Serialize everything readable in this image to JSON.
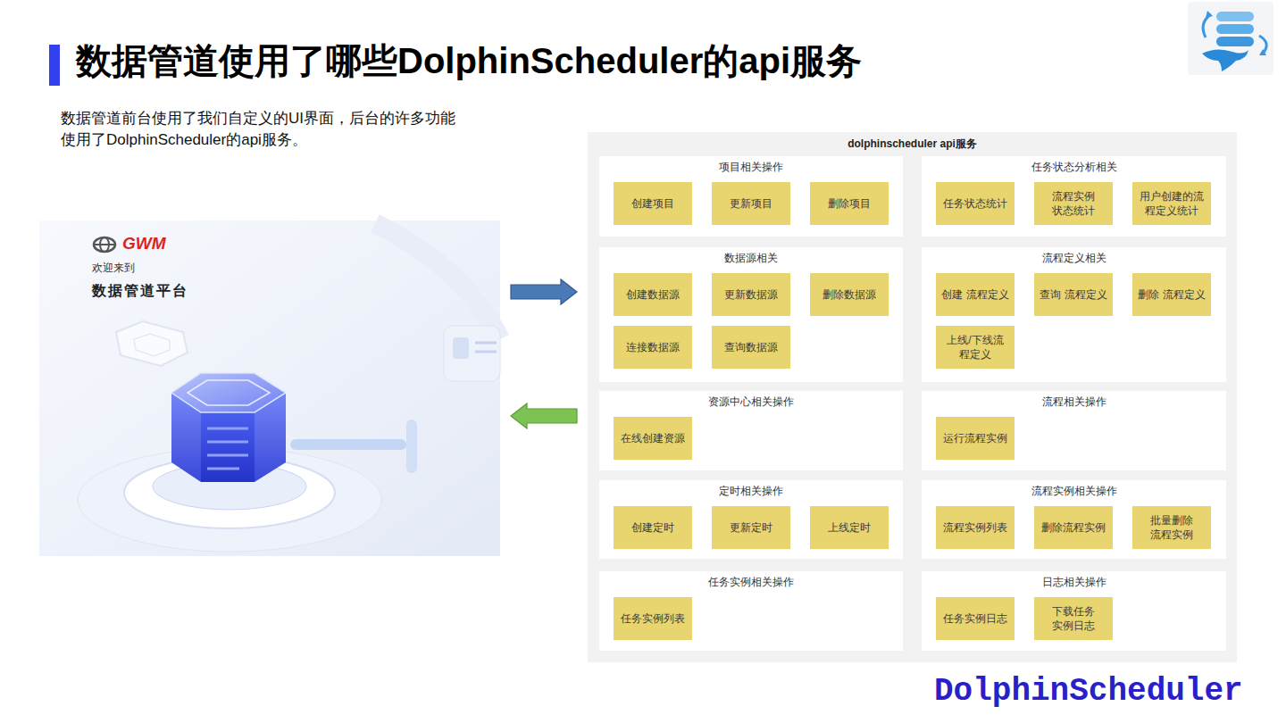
{
  "diagram": {
    "title": "数据管道使用了哪些DolphinScheduler的api服务",
    "nodes": [
      {
        "text": [
          "GWM",
          "欢迎来到",
          "数据管道平台"
        ]
      },
      {
        "text": [
          "dolphinscheduler api服务"
        ]
      },
      {
        "text": [
          "项目相关操作"
        ],
        "in": 1
      },
      {
        "text": [
          "创建项目"
        ],
        "in": 2
      },
      {
        "text": [
          "更新项目"
        ],
        "in": 2
      },
      {
        "text": [
          "删除项目"
        ],
        "in": 2
      },
      {
        "text": [
          "任务状态分析相关"
        ],
        "in": 1
      },
      {
        "text": [
          "任务状态统计"
        ],
        "in": 6
      },
      {
        "text": [
          "流程实例 状态统计"
        ],
        "in": 6
      },
      {
        "text": [
          "用户创建的流 程定义统计"
        ],
        "in": 6
      },
      {
        "text": [
          "数据源相关"
        ],
        "in": 1
      },
      {
        "text": [
          "创建数据源"
        ],
        "in": 10
      },
      {
        "text": [
          "更新数据源"
        ],
        "in": 10
      },
      {
        "text": [
          "删除数据源"
        ],
        "in": 10
      },
      {
        "text": [
          "连接数据源"
        ],
        "in": 10
      },
      {
        "text": [
          "查询数据源"
        ],
        "in": 10
      },
      {
        "text": [
          "流程定义相关"
        ],
        "in": 1
      },
      {
        "text": [
          "创建 流程定义"
        ],
        "in": 16
      },
      {
        "text": [
          "查询 流程定义"
        ],
        "in": 16
      },
      {
        "text": [
          "删除 流程定义"
        ],
        "in": 16
      },
      {
        "text": [
          "上线/下线流 程定义"
        ],
        "in": 16
      },
      {
        "text": [
          "资源中心相关操作"
        ],
        "in": 1
      },
      {
        "text": [
          "在线创建资源"
        ],
        "in": 21
      },
      {
        "text": [
          "流程相关操作"
        ],
        "in": 1
      },
      {
        "text": [
          "运行流程实例"
        ],
        "in": 23
      },
      {
        "text": [
          "定时相关操作"
        ],
        "in": 1
      },
      {
        "text": [
          "创建定时"
        ],
        "in": 25
      },
      {
        "text": [
          "更新定时"
        ],
        "in": 25
      },
      {
        "text": [
          "上线定时"
        ],
        "in": 25
      },
      {
        "text": [
          "流程实例相关操作"
        ],
        "in": 1
      },
      {
        "text": [
          "流程实例列表"
        ],
        "in": 29
      },
      {
        "text": [
          "删除流程实例"
        ],
        "in": 29
      },
      {
        "text": [
          "批量删除 流程实例"
        ],
        "in": 29
      },
      {
        "text": [
          "任务实例相关操作"
        ],
        "in": 1
      },
      {
        "text": [
          "任务实例列表"
        ],
        "in": 33
      },
      {
        "text": [
          "日志相关操作"
        ],
        "in": 1
      },
      {
        "text": [
          "任务实例日志"
        ],
        "in": 35
      },
      {
        "text": [
          "下载任务 实例日志"
        ],
        "in": 35
      }
    ],
    "edges": [
      {
        "from": 0,
        "to": 1,
        "arrow": "to"
      },
      {
        "from": 1,
        "to": 0,
        "arrow": "to"
      }
    ],
    "labels": [
      "数据管道前台使用了我们自定义的UI界面，后台的许多功能 使用了DolphinScheduler的api服务。",
      "DolphinScheduler"
    ]
  }
}
